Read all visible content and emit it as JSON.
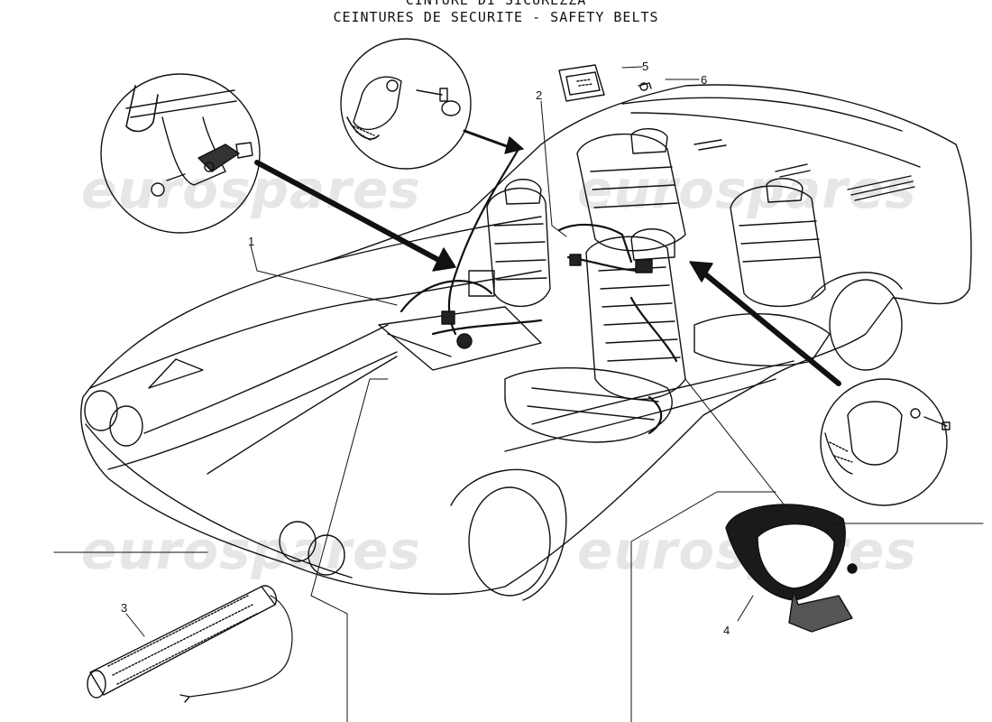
{
  "header": {
    "line1": "CINTURE DI SICUREZZA",
    "line2": "CEINTURES DE SECURITE - SAFETY BELTS"
  },
  "watermark": "eurospares",
  "callouts": [
    "1",
    "2",
    "3",
    "4",
    "5",
    "6"
  ]
}
